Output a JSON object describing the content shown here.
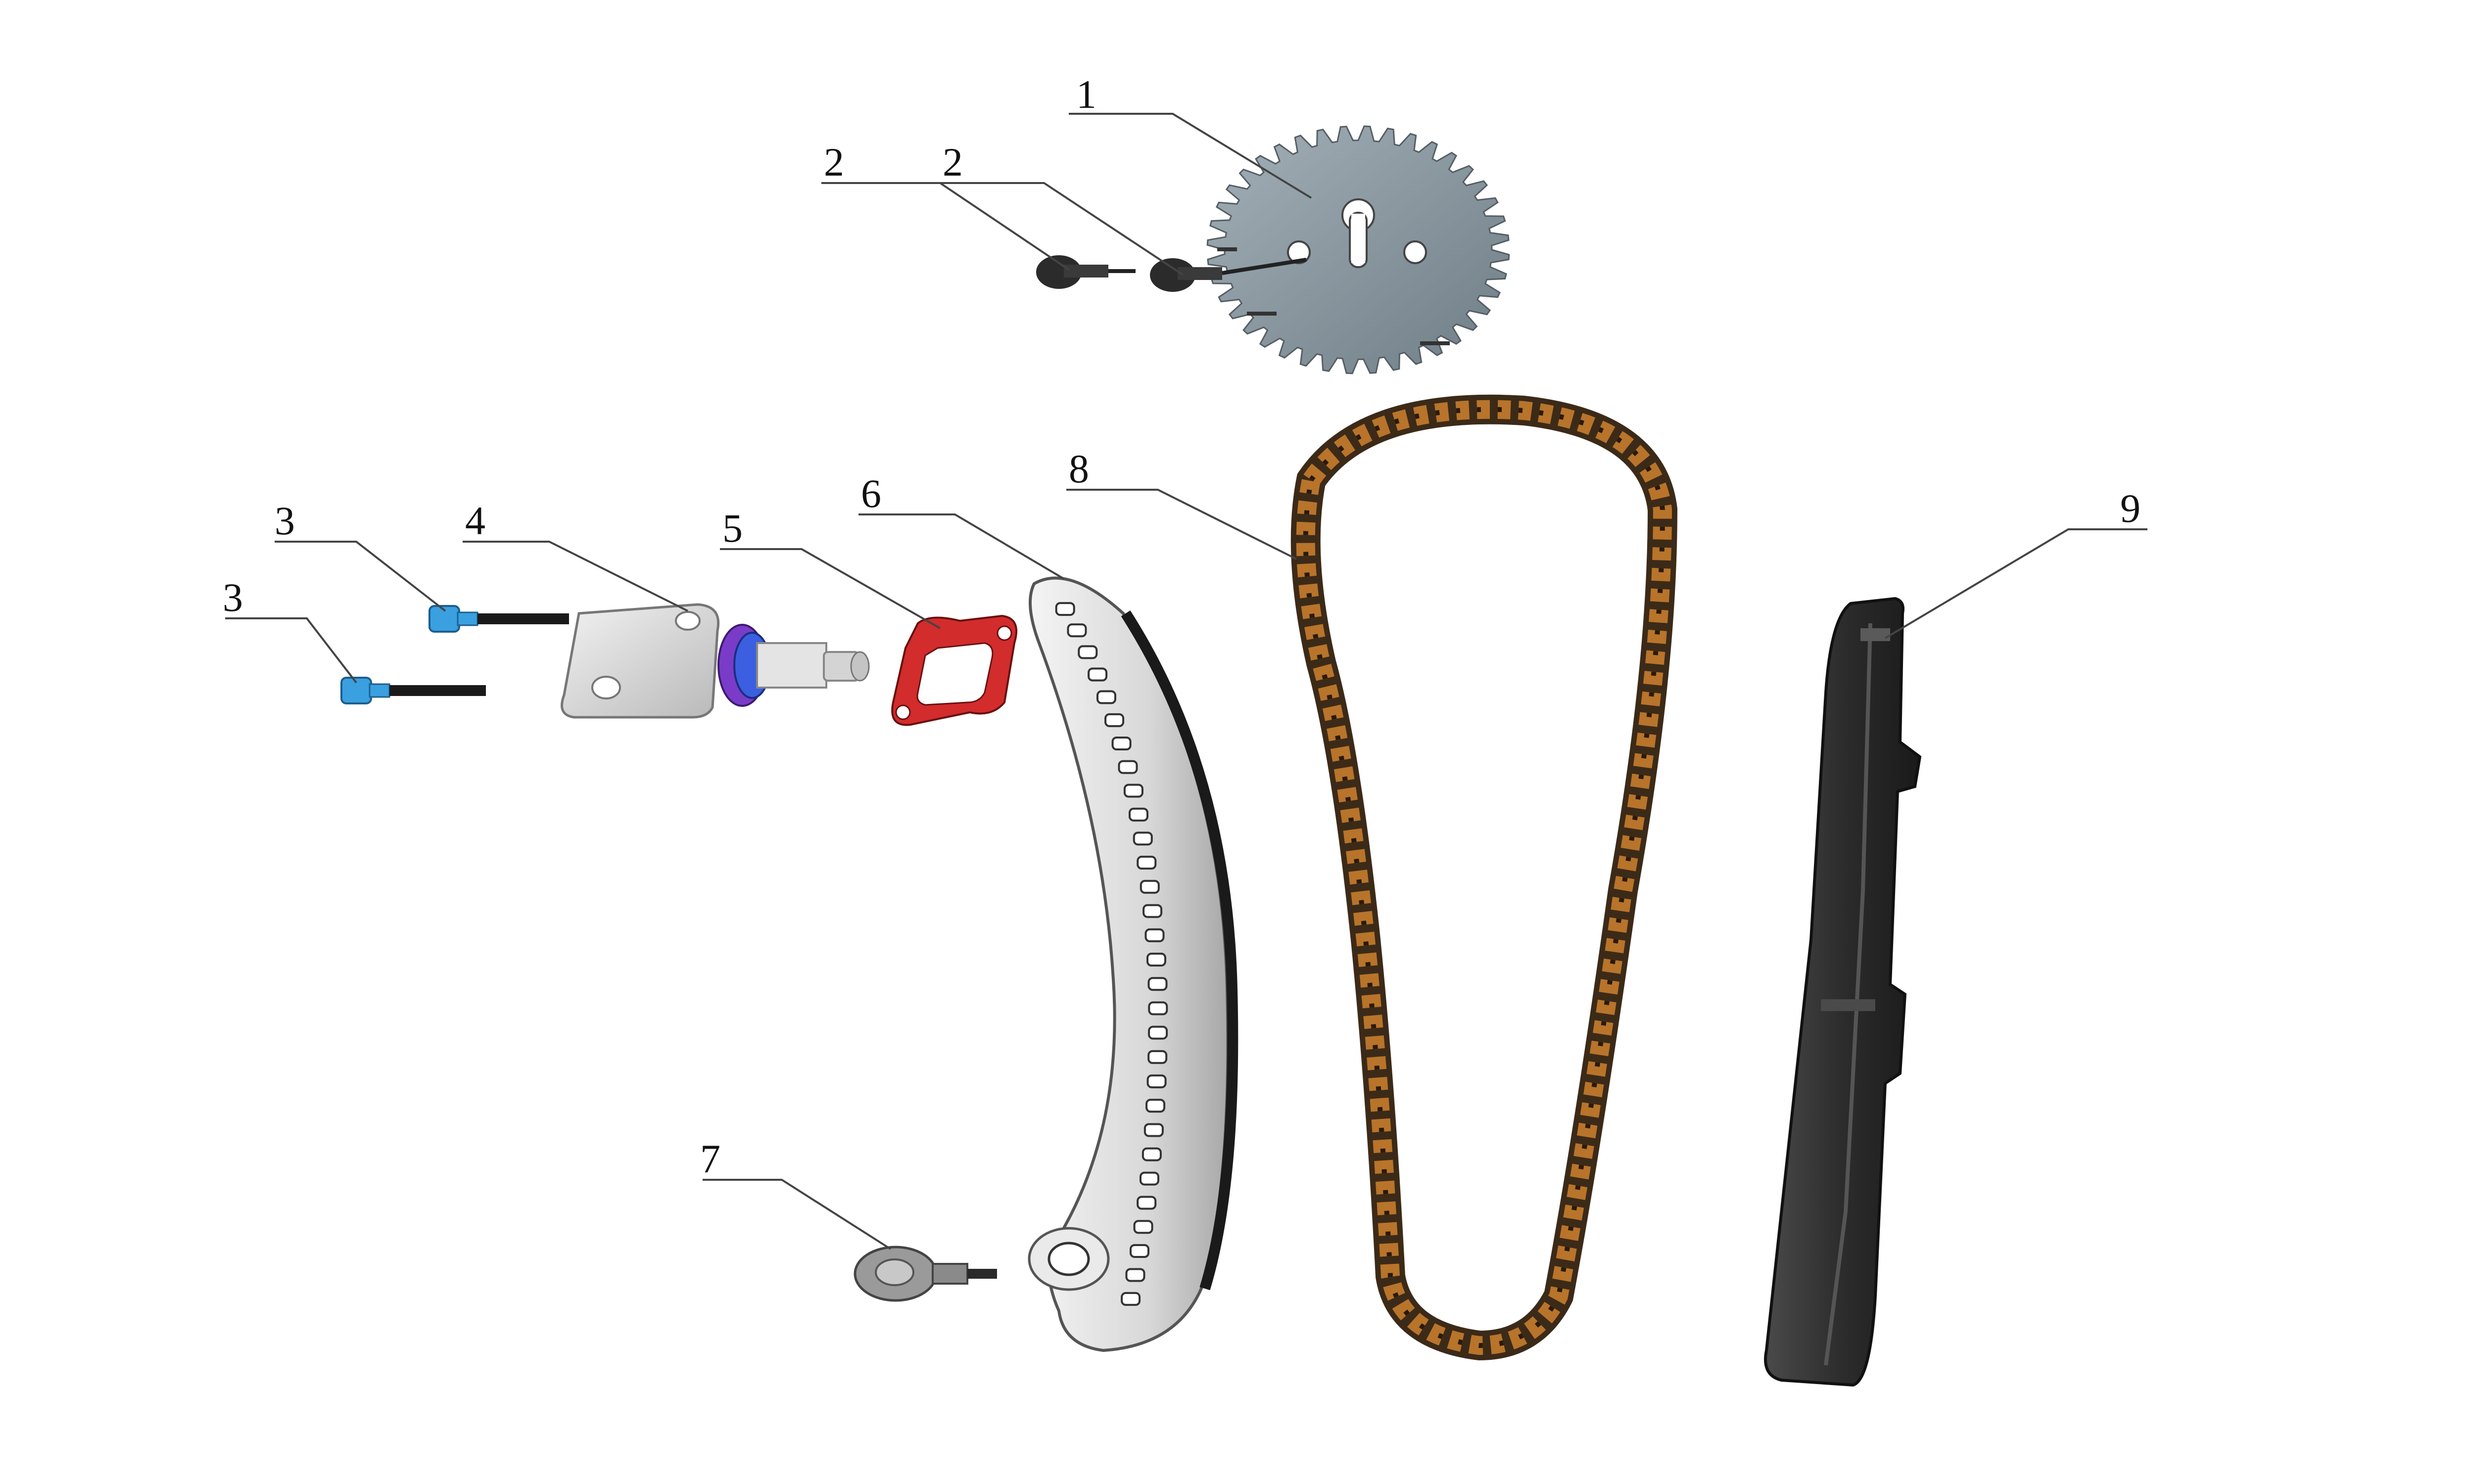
{
  "callouts": [
    {
      "id": "c1",
      "number": "1"
    },
    {
      "id": "c2a",
      "number": "2"
    },
    {
      "id": "c2b",
      "number": "2"
    },
    {
      "id": "c3a",
      "number": "3"
    },
    {
      "id": "c3b",
      "number": "3"
    },
    {
      "id": "c4",
      "number": "4"
    },
    {
      "id": "c5",
      "number": "5"
    },
    {
      "id": "c6",
      "number": "6"
    },
    {
      "id": "c7",
      "number": "7"
    },
    {
      "id": "c8",
      "number": "8"
    },
    {
      "id": "c9",
      "number": "9"
    }
  ],
  "colors": {
    "sprocket": "#7d8c95",
    "chain": "#b8742a",
    "chain_dark": "#3c2a18",
    "guide": "#e6e6e6",
    "guide_edge": "#222222",
    "slider": "#333333",
    "gasket": "#d22c2c",
    "bolt_blue": "#3aa0e0",
    "tensioner_purple": "#7a3cc8"
  }
}
